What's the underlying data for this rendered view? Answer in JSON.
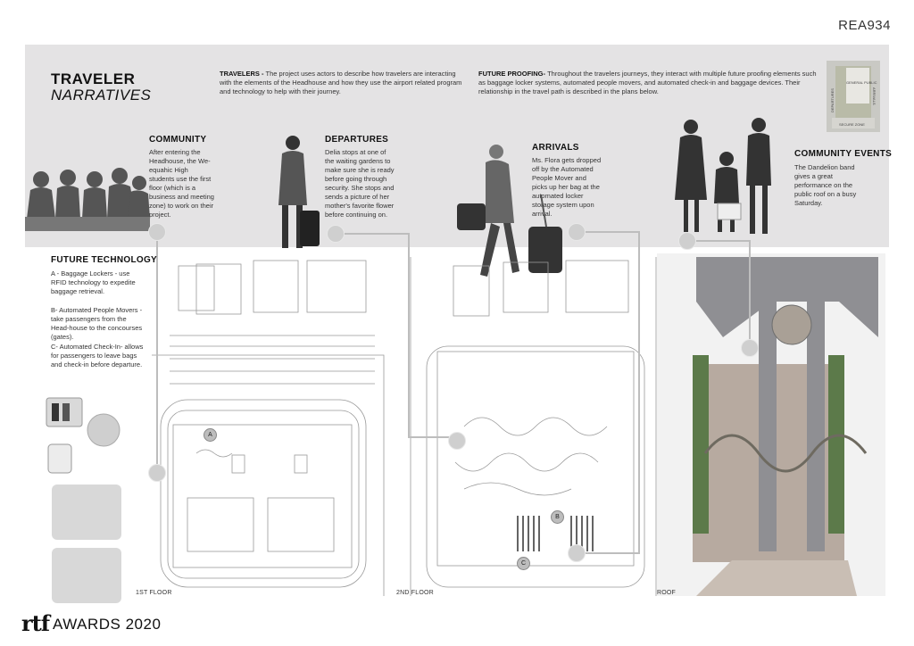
{
  "page_id": "REA934",
  "title": {
    "line1": "TRAVELER",
    "line2": "NARRATIVES"
  },
  "travelers": {
    "label": "TRAVELERS - ",
    "text": "The project uses actors to describe how travelers are interacting with the elements of the Headhouse and how they use the airport related program and technology to help with their journey."
  },
  "future_proofing": {
    "label": "FUTURE PROOFING- ",
    "text": "Throughout the travelers journeys, they interact with multiple future proofing elements such as baggage locker systems, automated people movers, and automated check-in and baggage devices. Their relationship in the travel path is described in the plans below."
  },
  "key_map": {
    "labels": [
      "GENERAL PUBLIC",
      "DEPARTURES",
      "ARRIVALS",
      "SECURE ZONE"
    ]
  },
  "narratives": [
    {
      "heading": "COMMUNITY",
      "text": "After entering the Headhouse, the We-equahic High students use the first floor (which is a business and meeting zone) to work on their project."
    },
    {
      "heading": "DEPARTURES",
      "text": "Delia stops at one of the waiting gardens to make sure she is ready before going through security. She stops and sends a picture of her mother's favorite flower before continuing on."
    },
    {
      "heading": "ARRIVALS",
      "text": "Ms. Flora gets dropped off by the Automated People Mover and picks up her bag at the automated locker storage system upon arrival."
    },
    {
      "heading": "COMMUNITY EVENTS",
      "text": "The Dandelion band gives a great performance on the public roof on a busy Saturday."
    }
  ],
  "future_tech": {
    "heading": "FUTURE TECHNOLOGY",
    "items": [
      "A - Baggage Lockers - use RFID technology to expedite baggage retrieval.",
      "B- Automated People Movers - take passengers from the Head-house to the concourses (gates).",
      "C- Automated Check-In- allows for passengers to leave bags and check-in before departure."
    ]
  },
  "plans": {
    "floor1": "1ST FLOOR",
    "floor2": "2ND FLOOR",
    "roof": "ROOF"
  },
  "pins": {
    "a": "A",
    "b": "B",
    "c": "C"
  },
  "logo": {
    "mark": "rtf",
    "text": "AWARDS 2020"
  },
  "colors": {
    "banner": "#e4e3e4",
    "ink": "#222222",
    "dot": "#cfcfcf",
    "roof_green": "#5c7a4a",
    "roof_grey": "#8f8f93"
  }
}
